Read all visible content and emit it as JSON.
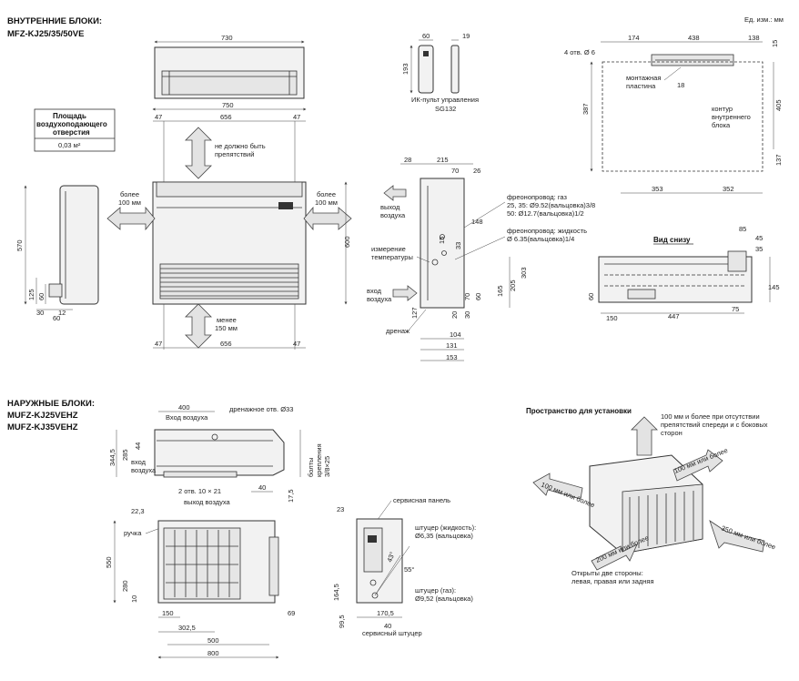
{
  "header": {
    "indoor_title_1": "ВНУТРЕННИЕ БЛОКИ:",
    "indoor_title_2": "MFZ-KJ25/35/50VE",
    "units": "Ед. изм.: мм"
  },
  "indoor": {
    "top_width": "730",
    "width_750": "750",
    "d47a": "47",
    "d656a": "656",
    "d47b": "47",
    "no_obstacles": [
      "не должно быть",
      "препятствий"
    ],
    "more100_left": [
      "более",
      "100 мм"
    ],
    "more100_right": [
      "более",
      "100 мм"
    ],
    "less150": [
      "менее",
      "150 мм"
    ],
    "bottom_47a": "47",
    "bottom_656": "656",
    "bottom_47b": "47",
    "height_600": "600",
    "air_area_title": [
      "Площадь",
      "воздухоподающего",
      "отверстия"
    ],
    "air_area_value": "0,03 м²",
    "side_570": "570",
    "side_125": "125",
    "side_60a": "60",
    "side_30": "30",
    "side_60b": "60",
    "side_12": "12"
  },
  "remote": {
    "w60": "60",
    "w19": "19",
    "h193": "193",
    "label_1": "ИК-пульт управления",
    "label_2": "SG132"
  },
  "plate": {
    "d174": "174",
    "d438": "438",
    "d138": "138",
    "d15": "15",
    "holes": "4 отв. Ø 6",
    "mount_label": [
      "монтажная",
      "пластина"
    ],
    "d18": "18",
    "contour_label": [
      "контур",
      "внутреннего",
      "блока"
    ],
    "d387": "387",
    "d405": "405",
    "d137": "137",
    "d353": "353",
    "d352": "352"
  },
  "side_view": {
    "d28": "28",
    "d215": "215",
    "d70": "70",
    "d26": "26",
    "air_out": [
      "выход",
      "воздуха"
    ],
    "air_in": [
      "вход",
      "воздуха"
    ],
    "gas_pipe": [
      "фреонопровод: газ",
      "25, 35: Ø9.52(вальцовка)3/8",
      "50: Ø12.7(вальцовка)1/2"
    ],
    "liquid_pipe": [
      "фреонопровод: жидкость",
      "Ø 6.35(вальцовка)1/4"
    ],
    "d148": "148",
    "temp_label": [
      "измерение",
      "температуры"
    ],
    "d15": "15",
    "d33": "33",
    "d303": "303",
    "d205": "205",
    "d165": "165",
    "d60": "60",
    "d70b": "70",
    "d30": "30",
    "d20": "20",
    "d127": "127",
    "drain": "дренаж",
    "d104": "104",
    "d131": "131",
    "d153": "153"
  },
  "bottom_view": {
    "title": "Вид снизу",
    "d85": "85",
    "d45": "45",
    "d35": "35",
    "d145": "145",
    "d60": "60",
    "d150": "150",
    "d447": "447",
    "d75": "75"
  },
  "outdoor": {
    "title_1": "НАРУЖНЫЕ БЛОКИ:",
    "title_2": "MUFZ-KJ25VEHZ",
    "title_3": "MUFZ-KJ35VEHZ",
    "d400": "400",
    "drain_holes": "дренажное  отв. Ø33",
    "air_in_top": "Вход воздуха",
    "d344": "344,5",
    "d285": "285",
    "d44": "44",
    "air_in_side": [
      "вход",
      "воздуха"
    ],
    "bolts": [
      "болты",
      "крепления",
      "3/8×25"
    ],
    "holes2": "2 отв. 10 × 21",
    "d40": "40",
    "d175": "17,5",
    "air_out": "выход воздуха",
    "d223": "22,3",
    "handle": "ручка",
    "d550": "550",
    "d280": "280",
    "d10": "10",
    "d150": "150",
    "d3025": "302,5",
    "d69": "69",
    "d500": "500",
    "d800": "800",
    "d23": "23",
    "service_panel": "сервисная панель",
    "liquid": [
      "штуцер (жидкость):",
      "Ø6,35 (вальцовка)"
    ],
    "gas": [
      "штуцер (газ):",
      "Ø9,52 (вальцовка)"
    ],
    "a55": "55°",
    "a43": "43°",
    "d1645": "164,5",
    "d995": "99,5",
    "d1705": "170,5",
    "d40b": "40",
    "service_port": "сервисный штуцер"
  },
  "install": {
    "title": "Пространство для установки",
    "top_note": [
      "100 мм и более при отсутствии",
      "препятствий спереди и с боковых",
      "сторон"
    ],
    "left": "100 мм или более",
    "rear": "100 мм или более",
    "bottom": "200 мм или более",
    "right": "350 мм или более",
    "open_note": [
      "Открыты две стороны:",
      "левая, правая или задняя"
    ]
  }
}
